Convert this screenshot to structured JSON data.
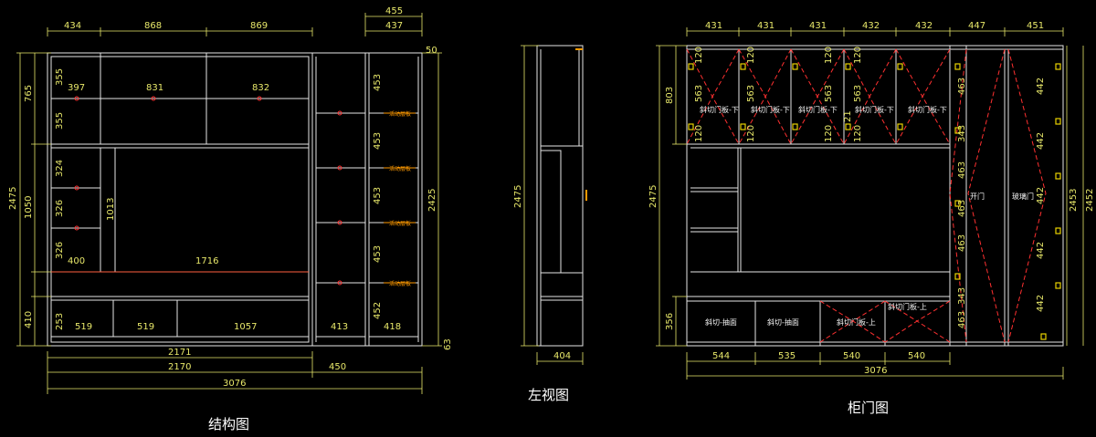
{
  "structure": {
    "title": "结构图",
    "top_dims": [
      "434",
      "868",
      "869",
      "455",
      "437",
      "50"
    ],
    "left_dims": [
      "2475",
      "765",
      "1050",
      "410"
    ],
    "inner_left_dims": [
      "355",
      "355",
      "324",
      "326",
      "326",
      "253"
    ],
    "upper_dims": [
      "397",
      "831",
      "832"
    ],
    "tv_dims": [
      "1013",
      "400",
      "1716"
    ],
    "base_dims": [
      "519",
      "519",
      "1057",
      "413",
      "418"
    ],
    "right_dims": [
      "453",
      "453",
      "453",
      "453",
      "452",
      "2425",
      "63"
    ],
    "bottom_dims": [
      "2171",
      "2170",
      "450",
      "3076"
    ],
    "shelf_label": "活动层板"
  },
  "left_view": {
    "title": "左视图",
    "height_dim": "2475",
    "depth_dim": "404"
  },
  "door_view": {
    "title": "柜门图",
    "top_dims": [
      "431",
      "431",
      "431",
      "432",
      "432",
      "447",
      "451"
    ],
    "left_dims": [
      "803",
      "2475",
      "356"
    ],
    "door_label_lower": "斜切门板-下",
    "door_label_upper": "斜切门板-上",
    "door_inner_dims": [
      "120",
      "563",
      "120"
    ],
    "drawer_label": "斜切-抽面",
    "open_label": "开门",
    "glass_label": "玻璃门",
    "right_dims": [
      "2453",
      "2452"
    ],
    "right_inner_dims": [
      "442",
      "442",
      "442",
      "442",
      "442"
    ],
    "mid_inner_dims": [
      "463",
      "343",
      "463",
      "463",
      "463",
      "343",
      "463"
    ],
    "bottom_dims": [
      "544",
      "535",
      "540",
      "540",
      "3076"
    ],
    "small_dim": "21"
  }
}
